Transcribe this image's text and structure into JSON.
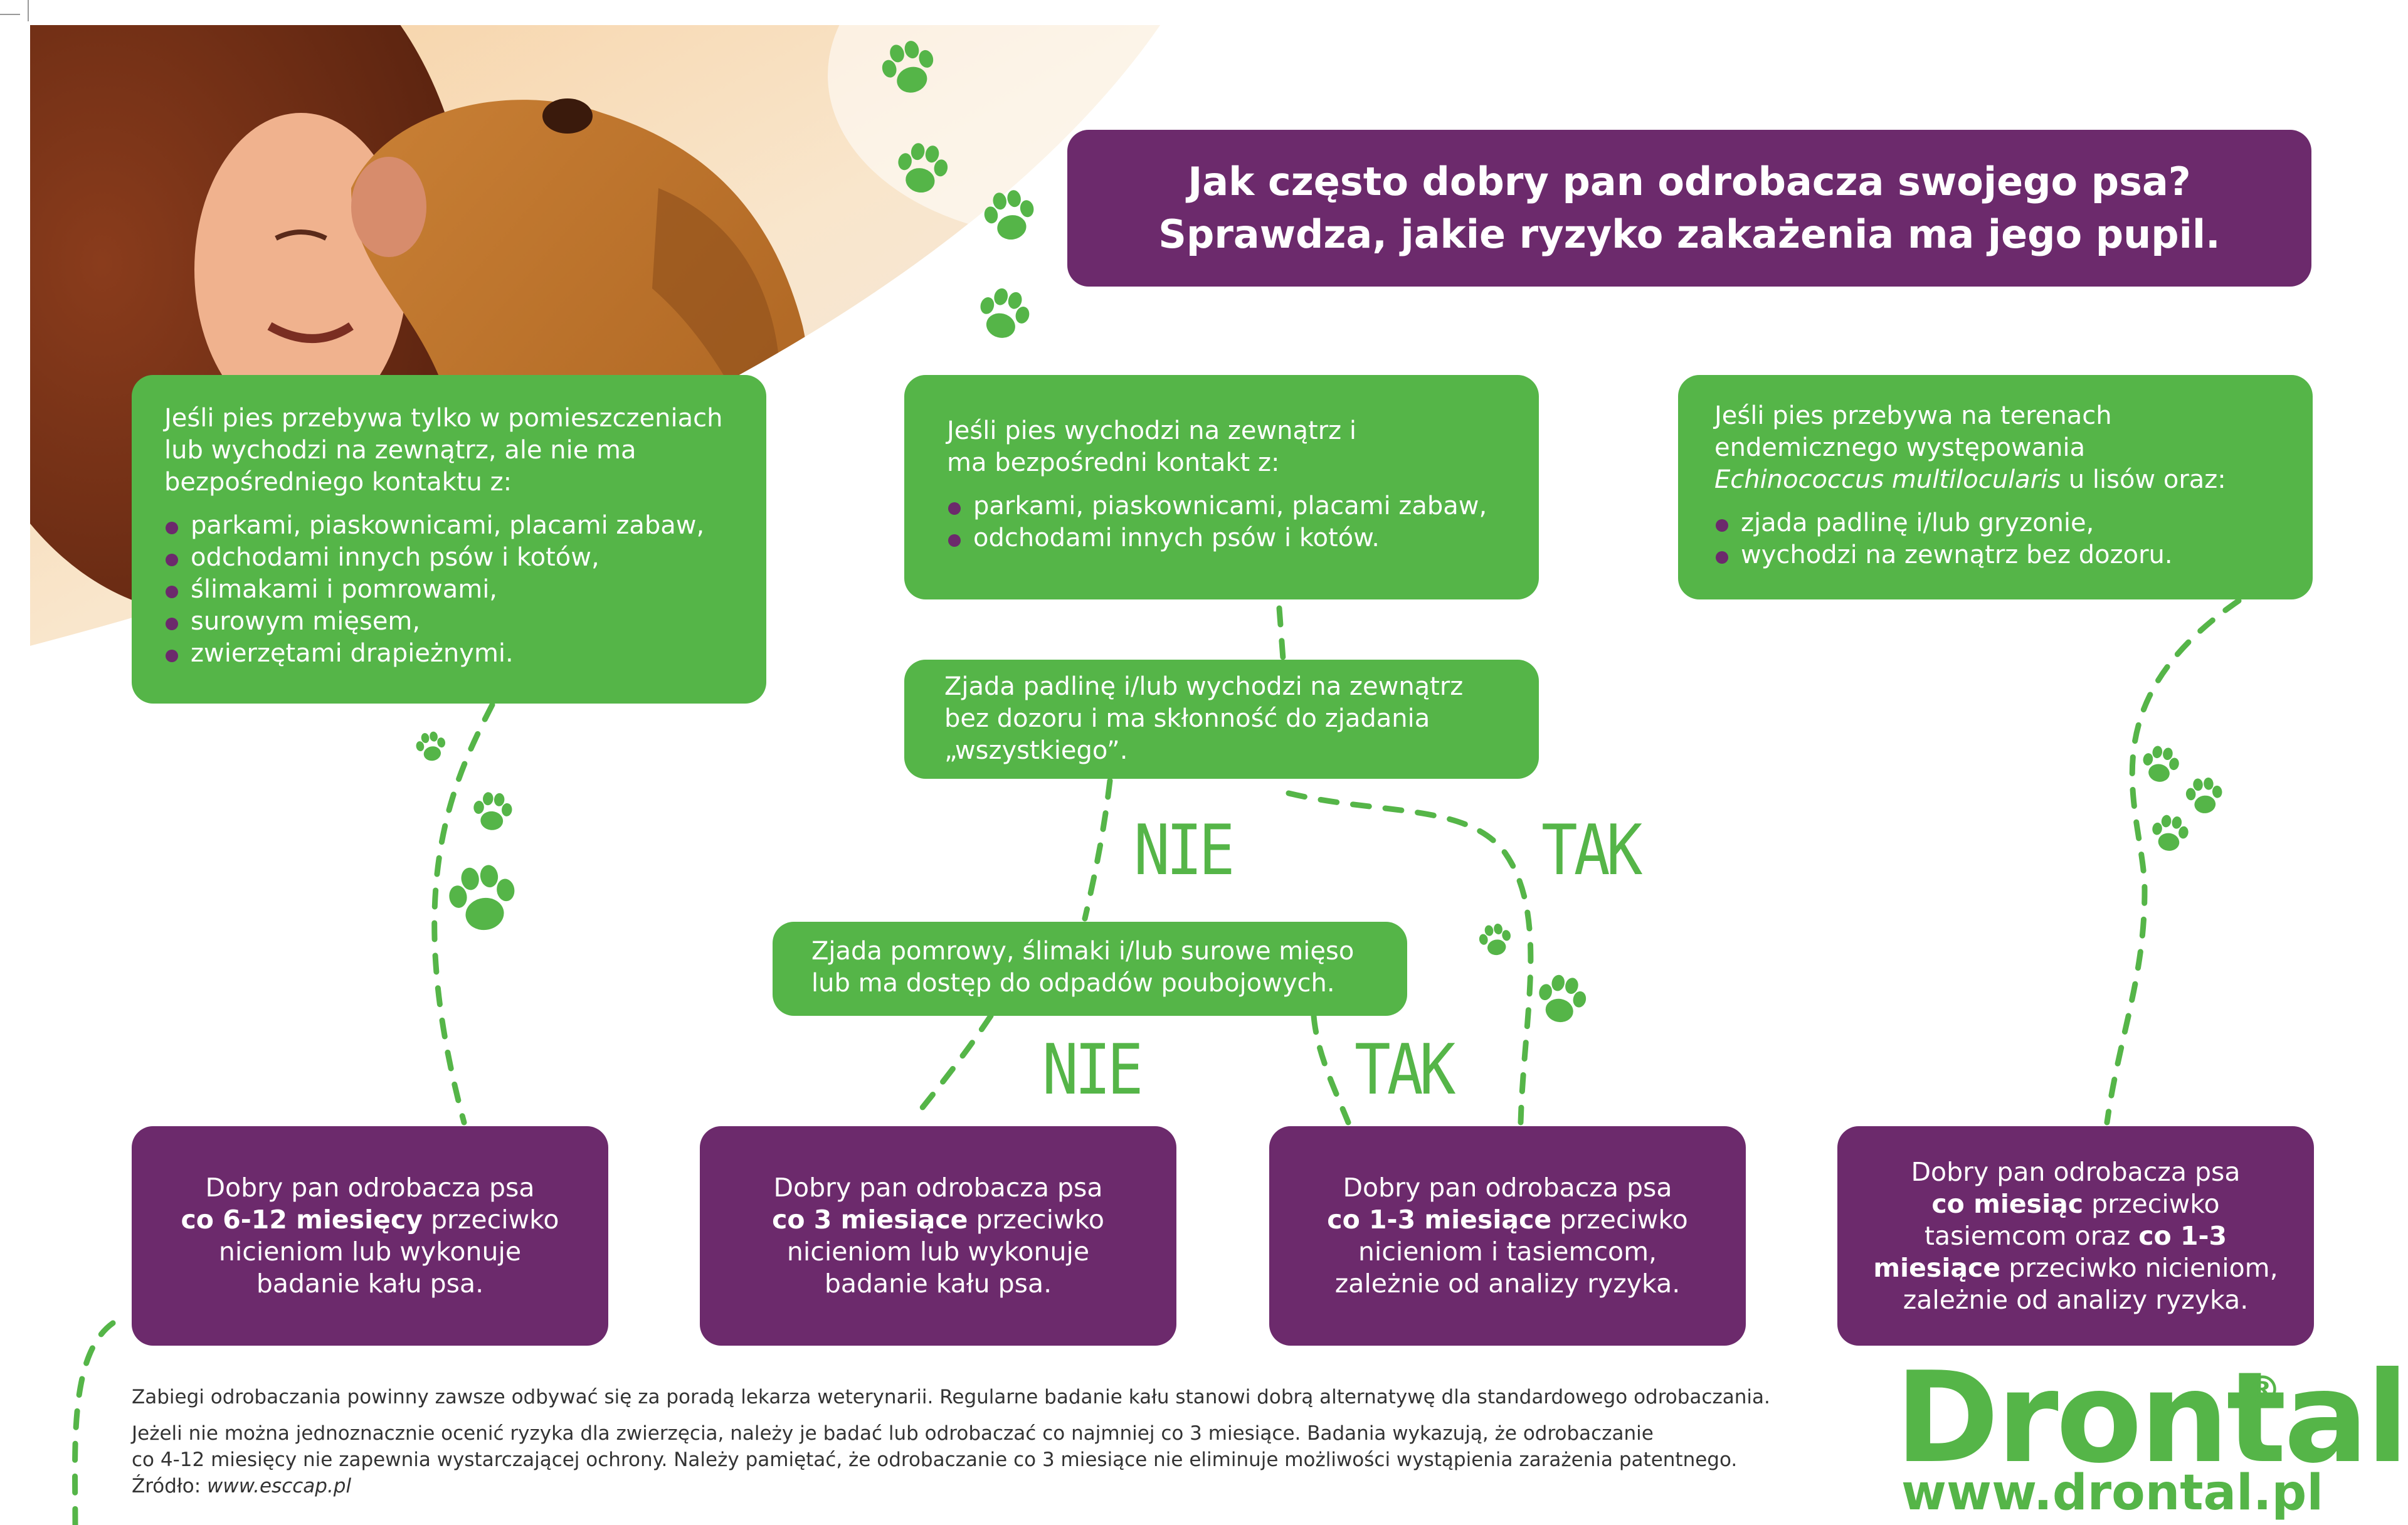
{
  "title": {
    "line1": "Jak często dobry pan odrobacza swojego psa?",
    "line2": "Sprawdza, jakie ryzyko zakażenia ma jego pupil."
  },
  "boxes": {
    "indoor": {
      "text": "Jeśli pies przebywa tylko w pomieszczeniach lub wychodzi na zewnątrz, ale nie ma bezpośredniego kontaktu z:",
      "items": [
        "parkami, piaskownicami, placami zabaw,",
        "odchodami innych psów i kotów,",
        "ślimakami i pomrowami,",
        "surowym mięsem,",
        "zwierzętami drapieżnymi."
      ]
    },
    "outdoor": {
      "text": "Jeśli pies wychodzi na zewnątrz i ma bezpośredni kontakt z:",
      "items": [
        "parkami, piaskownicami, placami zabaw,",
        "odchodami innych psów i kotów."
      ]
    },
    "endemic": {
      "line1": "Jeśli pies przebywa na terenach",
      "line2": "endemicznego występowania",
      "species": "Echinococcus multilocularis",
      "tail": " u lisów oraz:",
      "items": [
        "zjada padlinę i/lub gryzonie,",
        "wychodzi na zewnątrz bez dozoru."
      ]
    },
    "question1": "Zjada padlinę i/lub wychodzi na zewnątrz bez dozoru i ma skłonność do zjadania „wszystkiego”.",
    "question2": "Zjada pomrowy, ślimaki i/lub surowe mięso lub ma dostęp do odpadów poubojowych."
  },
  "labels": {
    "nie": "NIE",
    "tak": "TAK"
  },
  "results": {
    "r1": {
      "a": "Dobry pan odrobacza psa",
      "b": "co 6-12 miesięcy",
      "c": " przeciwko nicieniom lub wykonuje badanie kału psa."
    },
    "r2": {
      "a": "Dobry pan odrobacza psa",
      "b": "co 3 miesiące",
      "c": " przeciwko nicieniom lub wykonuje badanie kału psa."
    },
    "r3": {
      "a": "Dobry pan odrobacza psa",
      "b": "co 1-3 miesiące",
      "c": " przeciwko nicieniom i tasiemcom, zależnie od analizy ryzyka."
    },
    "r4": {
      "a": "Dobry pan odrobacza psa",
      "b": "co miesiąc",
      "c": " przeciwko tasiemcom oraz ",
      "d": "co 1-3 miesiące",
      "e": " przeciwko nicieniom, zależnie od analizy ryzyka."
    }
  },
  "footer": {
    "p1": "Zabiegi odrobaczania powinny zawsze odbywać się za poradą lekarza weterynarii. Regularne badanie kału stanowi dobrą alternatywę dla standardowego odrobaczania.",
    "p2a": "Jeżeli nie można jednoznacznie ocenić ryzyka dla zwierzęcia, należy je badać lub odrobaczać co najmniej co 3 miesiące. Badania wykazują, że odrobaczanie",
    "p2b": "co 4-12 miesięcy nie zapewnia wystarczającej ochrony. Należy pamiętać, że odrobaczanie co 3 miesiące nie eliminuje możliwości wystąpienia zarażenia patentnego.",
    "source_label": "Źródło: ",
    "source_url": "www.esccap.pl"
  },
  "brand": {
    "name": "Drontal",
    "reg": "®",
    "url": "www.drontal.pl"
  },
  "colors": {
    "green": "#55b548",
    "purple": "#6c2a6c"
  },
  "icons": [
    "paw-print-icon"
  ]
}
